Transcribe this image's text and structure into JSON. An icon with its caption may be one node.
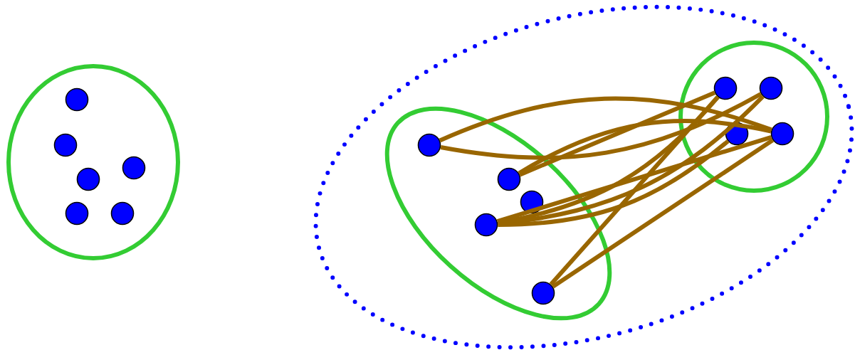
{
  "diagram": {
    "nodes": [
      {
        "text": [],
        "shape": "ellipse"
      },
      {
        "text": [],
        "shape": "circle",
        "in": 0
      },
      {
        "text": [],
        "shape": "circle",
        "in": 0
      },
      {
        "text": [],
        "shape": "circle",
        "in": 0
      },
      {
        "text": [],
        "shape": "circle",
        "in": 0
      },
      {
        "text": [],
        "shape": "circle",
        "in": 0
      },
      {
        "text": [],
        "shape": "circle",
        "in": 0
      },
      {
        "text": [],
        "shape": "ellipse"
      },
      {
        "text": [],
        "shape": "ellipse",
        "in": 7
      },
      {
        "text": [],
        "shape": "circle",
        "in": 8
      },
      {
        "text": [],
        "shape": "circle",
        "in": 8
      },
      {
        "text": [],
        "shape": "circle",
        "in": 8
      },
      {
        "text": [],
        "shape": "circle",
        "in": 8
      },
      {
        "text": [],
        "shape": "circle",
        "in": 8
      },
      {
        "text": [],
        "shape": "ellipse",
        "in": 7
      },
      {
        "text": [],
        "shape": "circle",
        "in": 14
      },
      {
        "text": [],
        "shape": "circle",
        "in": 14
      },
      {
        "text": [],
        "shape": "circle",
        "in": 14
      },
      {
        "text": [],
        "shape": "circle",
        "in": 14
      }
    ],
    "edges": [
      {
        "from": 9,
        "to": 16,
        "arrow": "none"
      },
      {
        "from": 9,
        "to": 18,
        "arrow": "none"
      },
      {
        "from": 10,
        "to": 15,
        "arrow": "none"
      },
      {
        "from": 10,
        "to": 18,
        "arrow": "none"
      },
      {
        "from": 12,
        "to": 15,
        "arrow": "none"
      },
      {
        "from": 12,
        "to": 16,
        "arrow": "none"
      },
      {
        "from": 12,
        "to": 17,
        "arrow": "none"
      },
      {
        "from": 12,
        "to": 18,
        "arrow": "none"
      },
      {
        "from": 13,
        "to": 15,
        "arrow": "none"
      },
      {
        "from": 13,
        "to": 18,
        "arrow": "none"
      }
    ]
  }
}
